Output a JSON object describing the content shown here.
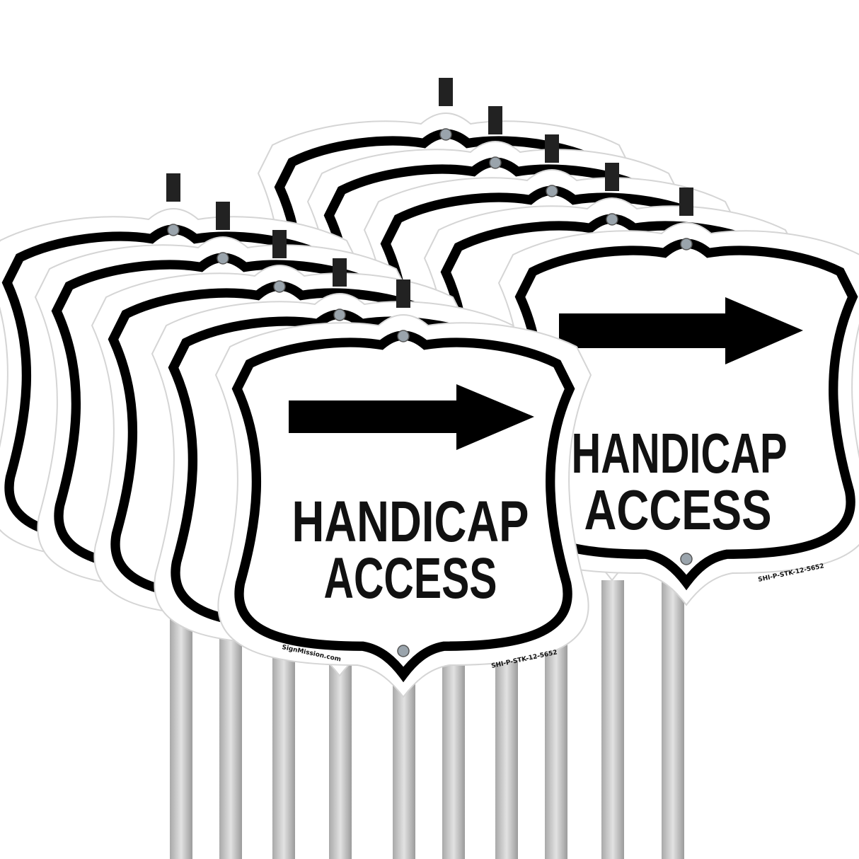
{
  "product": {
    "line1": "HANDICAP",
    "line2": "ACCESS",
    "arrow_direction": "right",
    "brand": "SignMission.com",
    "sku": "SHI-P-STK-12-5652",
    "sign_color": "#ffffff",
    "border_color": "#000000",
    "stake_color": "#c8c8c8"
  }
}
